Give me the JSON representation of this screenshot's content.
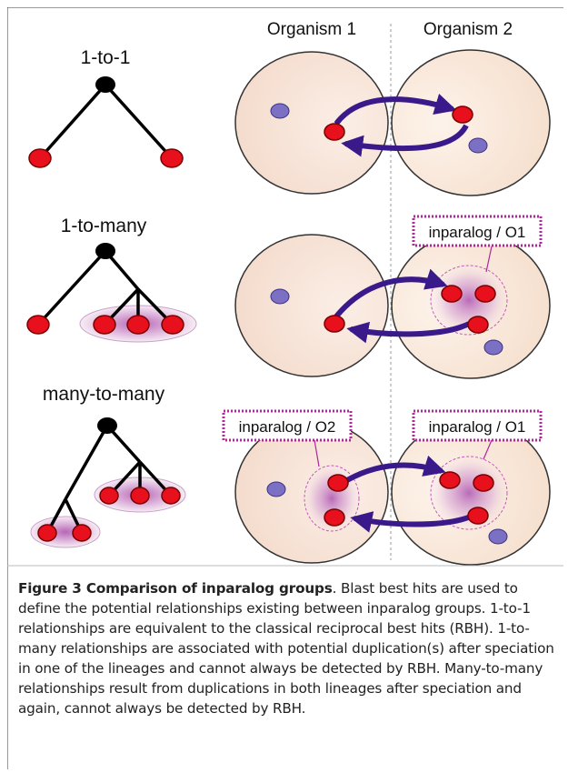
{
  "columns": {
    "organism1": "Organism 1",
    "organism2": "Organism 2"
  },
  "rows": [
    {
      "label": "1-to-1"
    },
    {
      "label": "1-to-many"
    },
    {
      "label": "many-to-many"
    }
  ],
  "inparalog_tags": {
    "row2_o1": "inparalog / O1",
    "row3_o2": "inparalog / O2",
    "row3_o1": "inparalog / O1"
  },
  "caption": {
    "title": "Figure 3 Comparison of inparalog groups",
    "body": ". Blast best hits are used to define the potential relationships existing between inparalog groups. 1-to-1 relationships are equivalent to the classical reciprocal best hits (RBH). 1-to-many relationships are associated with potential duplication(s) after speciation in one of the lineages and cannot always be detected by RBH. Many-to-many relationships result from duplications in both lineages after speciation and again, cannot always be detected by RBH."
  },
  "colors": {
    "gene": "#e8101c",
    "gene_stroke": "#7a0000",
    "tree_node": "#000000",
    "other_gene": "#7b70c4",
    "arrow": "#3a1a8a",
    "tag_border": "#b0279a",
    "cell": "#f6e3d6"
  }
}
